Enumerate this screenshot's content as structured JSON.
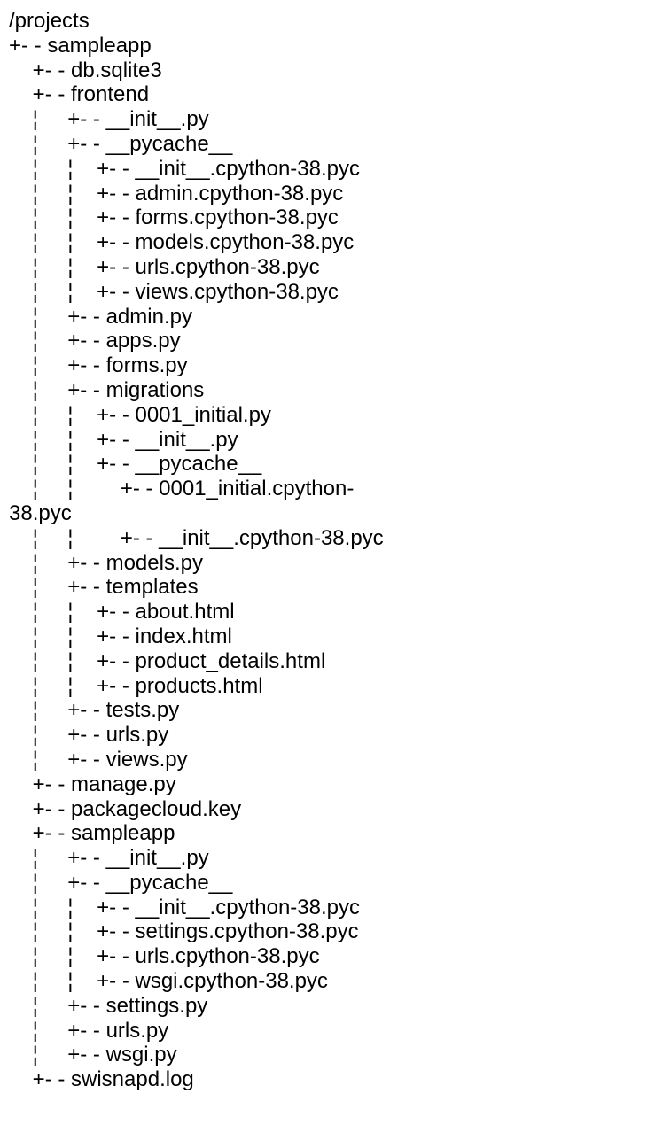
{
  "page": {
    "background_color": "#ffffff",
    "text_color": "#000000"
  },
  "tree": {
    "root_label": "/projects",
    "connector": "+- - ",
    "guide_glyph": "¦",
    "lines": [
      "/projects",
      "+- - sampleapp",
      "    +- - db.sqlite3",
      "    +- - frontend",
      "    ¦     +- - __init__.py",
      "    ¦     +- - __pycache__",
      "    ¦     ¦    +- - __init__.cpython-38.pyc",
      "    ¦     ¦    +- - admin.cpython-38.pyc",
      "    ¦     ¦    +- - forms.cpython-38.pyc",
      "    ¦     ¦    +- - models.cpython-38.pyc",
      "    ¦     ¦    +- - urls.cpython-38.pyc",
      "    ¦     ¦    +- - views.cpython-38.pyc",
      "    ¦     +- - admin.py",
      "    ¦     +- - apps.py",
      "    ¦     +- - forms.py",
      "    ¦     +- - migrations",
      "    ¦     ¦    +- - 0001_initial.py",
      "    ¦     ¦    +- - __init__.py",
      "    ¦     ¦    +- - __pycache__",
      "    ¦     ¦        +- - 0001_initial.cpython-",
      "38.pyc",
      "    ¦     ¦        +- - __init__.cpython-38.pyc",
      "    ¦     +- - models.py",
      "    ¦     +- - templates",
      "    ¦     ¦    +- - about.html",
      "    ¦     ¦    +- - index.html",
      "    ¦     ¦    +- - product_details.html",
      "    ¦     ¦    +- - products.html",
      "    ¦     +- - tests.py",
      "    ¦     +- - urls.py",
      "    ¦     +- - views.py",
      "    +- - manage.py",
      "    +- - packagecloud.key",
      "    +- - sampleapp",
      "    ¦     +- - __init__.py",
      "    ¦     +- - __pycache__",
      "    ¦     ¦    +- - __init__.cpython-38.pyc",
      "    ¦     ¦    +- - settings.cpython-38.pyc",
      "    ¦     ¦    +- - urls.cpython-38.pyc",
      "    ¦     ¦    +- - wsgi.cpython-38.pyc",
      "    ¦     +- - settings.py",
      "    ¦     +- - urls.py",
      "    ¦     +- - wsgi.py",
      "    +- - swisnapd.log"
    ]
  }
}
